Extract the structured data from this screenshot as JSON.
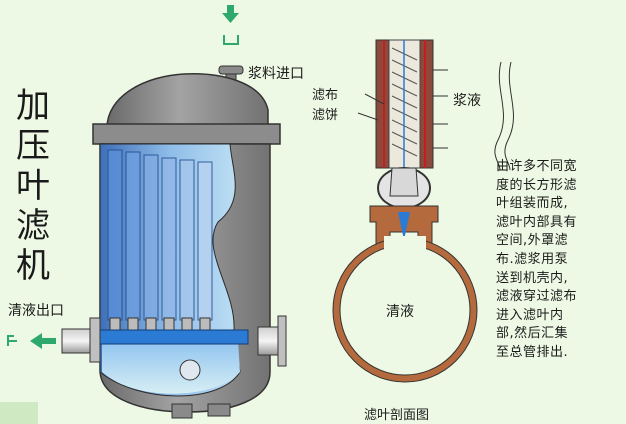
{
  "title_chars": [
    "加",
    "压",
    "叶",
    "滤",
    "机"
  ],
  "labels": {
    "slurry_inlet": "浆料进口",
    "clear_outlet": "清液出口",
    "filter_cloth": "滤布",
    "filter_cake": "滤饼",
    "slurry": "浆液",
    "clear_liquid": "清液",
    "section_caption": "滤叶剖面图"
  },
  "description_lines": [
    "由许多不同宽",
    "度的长方形滤",
    "叶组装而成,",
    "滤叶内部具有",
    "空间,外罩滤",
    "布.滤浆用泵",
    "送到机壳内,",
    "滤液穿过滤布",
    "进入滤叶内",
    "部,然后汇集",
    "至总管排出."
  ],
  "colors": {
    "background": "#eef9e5",
    "shell": "#8e8e8e",
    "shell_dark": "#5d5d5d",
    "liquid": "#6fa7e6",
    "cake": "#8c4a3c",
    "cloth": "#c41e1e",
    "pipe_blue": "#2b7bd4",
    "arrow": "#2fa86e",
    "fitting": "#b46a3c"
  },
  "icons": {
    "inlet_arrow": "arrow-down-icon",
    "outlet_arrow": "arrow-left-icon"
  }
}
